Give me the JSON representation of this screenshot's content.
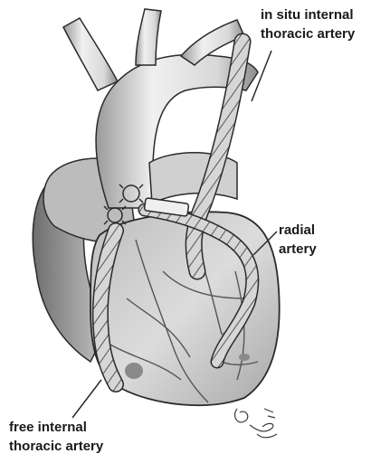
{
  "labels": {
    "in_situ_ita": [
      "in situ internal",
      "thoracic artery"
    ],
    "radial": [
      "radial",
      "artery"
    ],
    "free_ita": [
      "free internal",
      "thoracic artery"
    ]
  },
  "colors": {
    "heart_fill": "#d4d4d4",
    "heart_shade": "#9a9a9a",
    "aorta_fill": "#e8e8e8",
    "graft_fill": "#cfcfcf",
    "line": "#2a2a2a",
    "text": "#1a1a1a"
  }
}
